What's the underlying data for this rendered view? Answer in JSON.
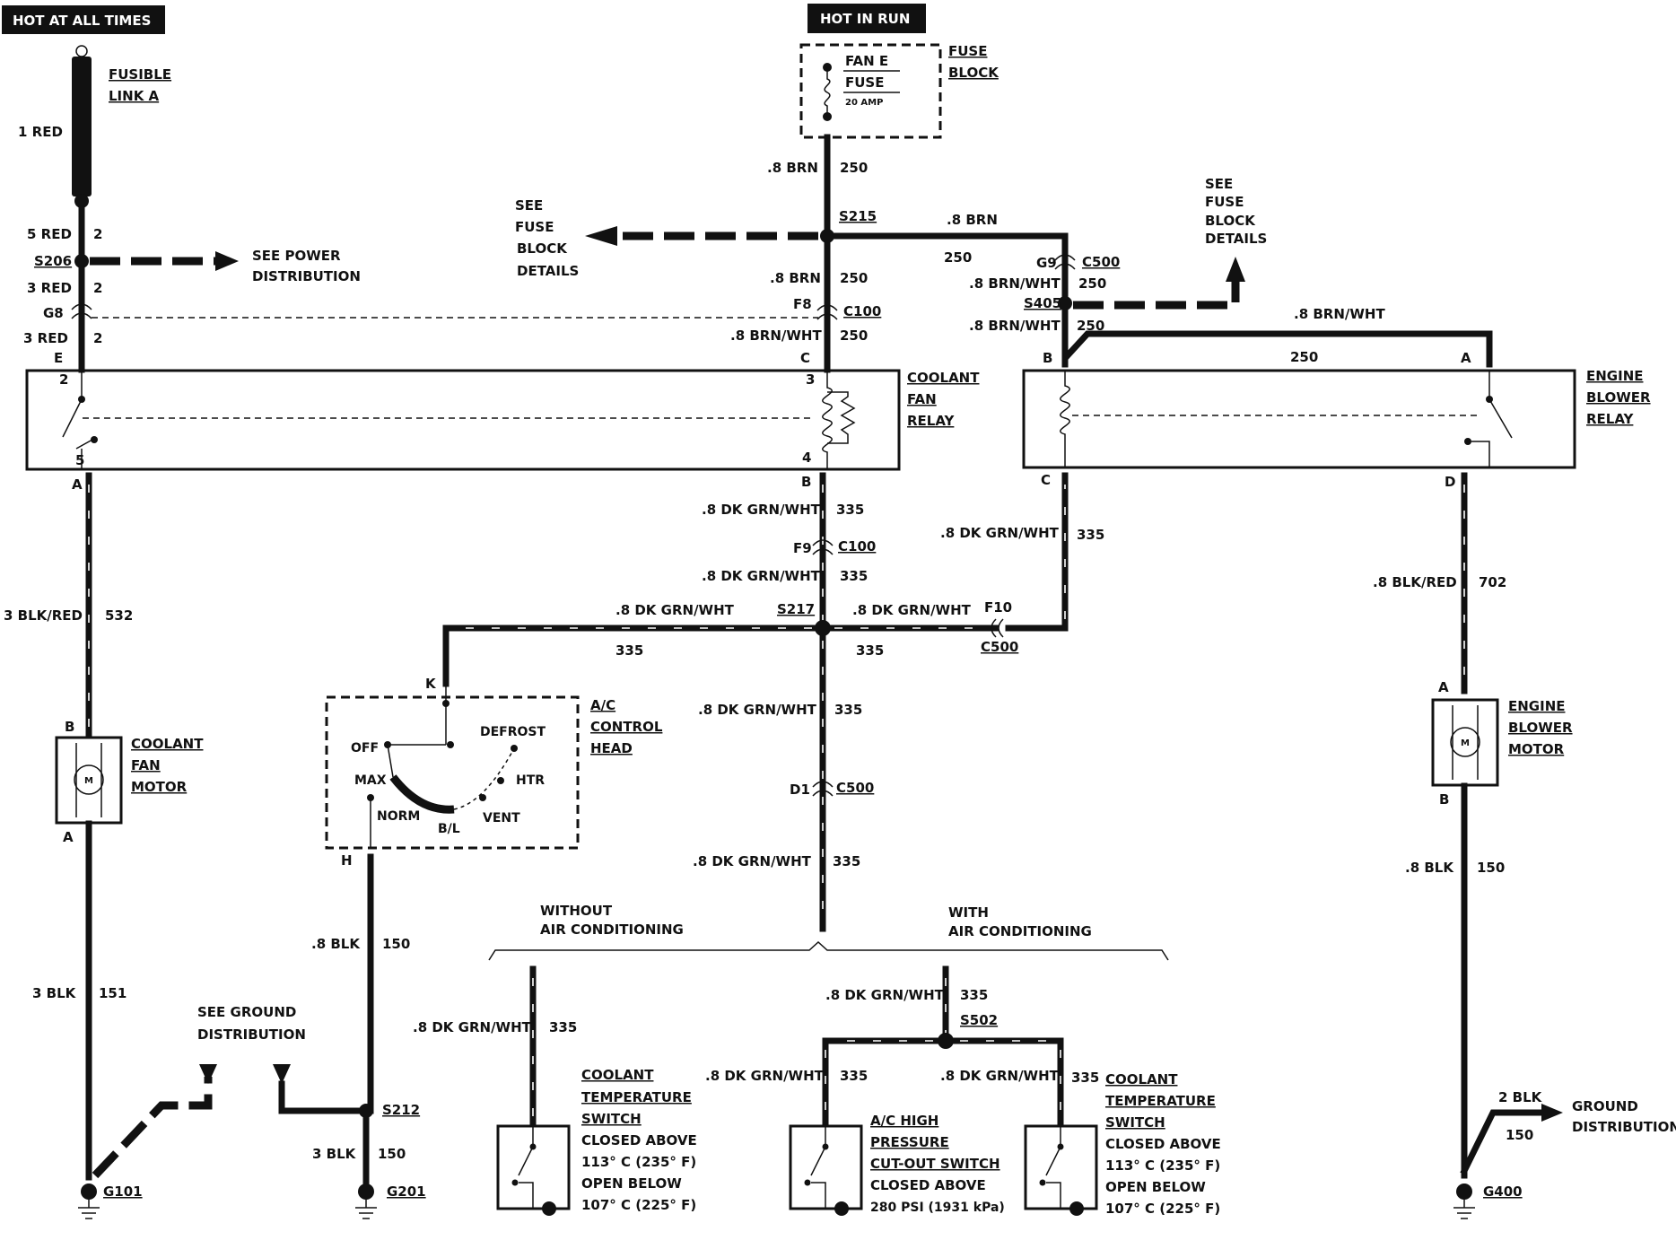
{
  "header_labels": {
    "hot_at_all_times": "HOT AT ALL TIMES",
    "hot_in_run": "HOT IN RUN"
  },
  "components": {
    "fusible_link": [
      "FUSIBLE",
      "LINK A"
    ],
    "fuse_block": [
      "FUSE",
      "BLOCK"
    ],
    "fan_fuse": [
      "FAN E",
      "FUSE",
      "20 AMP"
    ],
    "coolant_fan_relay": [
      "COOLANT",
      "FAN",
      "RELAY"
    ],
    "engine_blower_relay": [
      "ENGINE",
      "BLOWER",
      "RELAY"
    ],
    "coolant_fan_motor": [
      "COOLANT",
      "FAN",
      "MOTOR"
    ],
    "engine_blower_motor": [
      "ENGINE",
      "BLOWER",
      "MOTOR"
    ],
    "ac_control_head": [
      "A/C",
      "CONTROL",
      "HEAD"
    ],
    "ac_positions": {
      "off": "OFF",
      "defrost": "DEFROST",
      "max": "MAX",
      "htr": "HTR",
      "norm": "NORM",
      "bl": "B/L",
      "vent": "VENT"
    },
    "motor_symbol": "M",
    "coolant_temp_switch": [
      "COOLANT",
      "TEMPERATURE",
      "SWITCH"
    ],
    "coolant_temp_switch_spec": [
      "CLOSED ABOVE",
      "113° C (235° F)",
      "OPEN BELOW",
      "107° C (225° F)"
    ],
    "ac_pressure_switch": [
      "A/C HIGH",
      "PRESSURE",
      "CUT-OUT SWITCH"
    ],
    "ac_pressure_switch_spec": [
      "CLOSED ABOVE",
      "280 PSI (1931 kPa)"
    ]
  },
  "references": {
    "see_power": [
      "SEE POWER",
      "DISTRIBUTION"
    ],
    "see_fuse_left": [
      "SEE",
      "FUSE",
      "BLOCK",
      "DETAILS"
    ],
    "see_fuse_right": [
      "SEE",
      "FUSE",
      "BLOCK",
      "DETAILS"
    ],
    "see_ground": [
      "SEE GROUND",
      "DISTRIBUTION"
    ],
    "ground_distribution": [
      "GROUND",
      "DISTRIBUTION"
    ]
  },
  "section_labels": {
    "without_ac": [
      "WITHOUT",
      "AIR CONDITIONING"
    ],
    "with_ac": [
      "WITH",
      "AIR CONDITIONING"
    ]
  },
  "splices": {
    "s206": "S206",
    "s215": "S215",
    "s405": "S405",
    "s217": "S217",
    "s212": "S212",
    "s502": "S502"
  },
  "grounds": {
    "g101": "G101",
    "g201": "G201",
    "g400": "G400"
  },
  "connectors": {
    "g8": "G8",
    "g9": "G9",
    "c500": "C500",
    "f8": "F8",
    "c100": "C100",
    "f9": "F9",
    "f10": "F10",
    "d1": "D1"
  },
  "pins": {
    "e": "E",
    "a": "A",
    "b": "B",
    "c": "C",
    "d": "D",
    "k": "K",
    "h": "H",
    "n2": "2",
    "n3": "3",
    "n4": "4",
    "n5": "5"
  },
  "wires": {
    "red_1": "1 RED",
    "red_5": "5 RED",
    "red_3": "3 RED",
    "circuit_2": "2",
    "brn": ".8 BRN",
    "brn_wht": ".8 BRN/WHT",
    "circuit_250": "250",
    "dk_grn_wht": ".8 DK GRN/WHT",
    "circuit_335": "335",
    "blk_red_3": "3 BLK/RED",
    "circuit_532": "532",
    "blk_red_8": ".8 BLK/RED",
    "circuit_702": "702",
    "blk_3": "3 BLK",
    "circuit_151": "151",
    "blk_8": ".8 BLK",
    "circuit_150": "150",
    "blk_2": "2 BLK"
  }
}
